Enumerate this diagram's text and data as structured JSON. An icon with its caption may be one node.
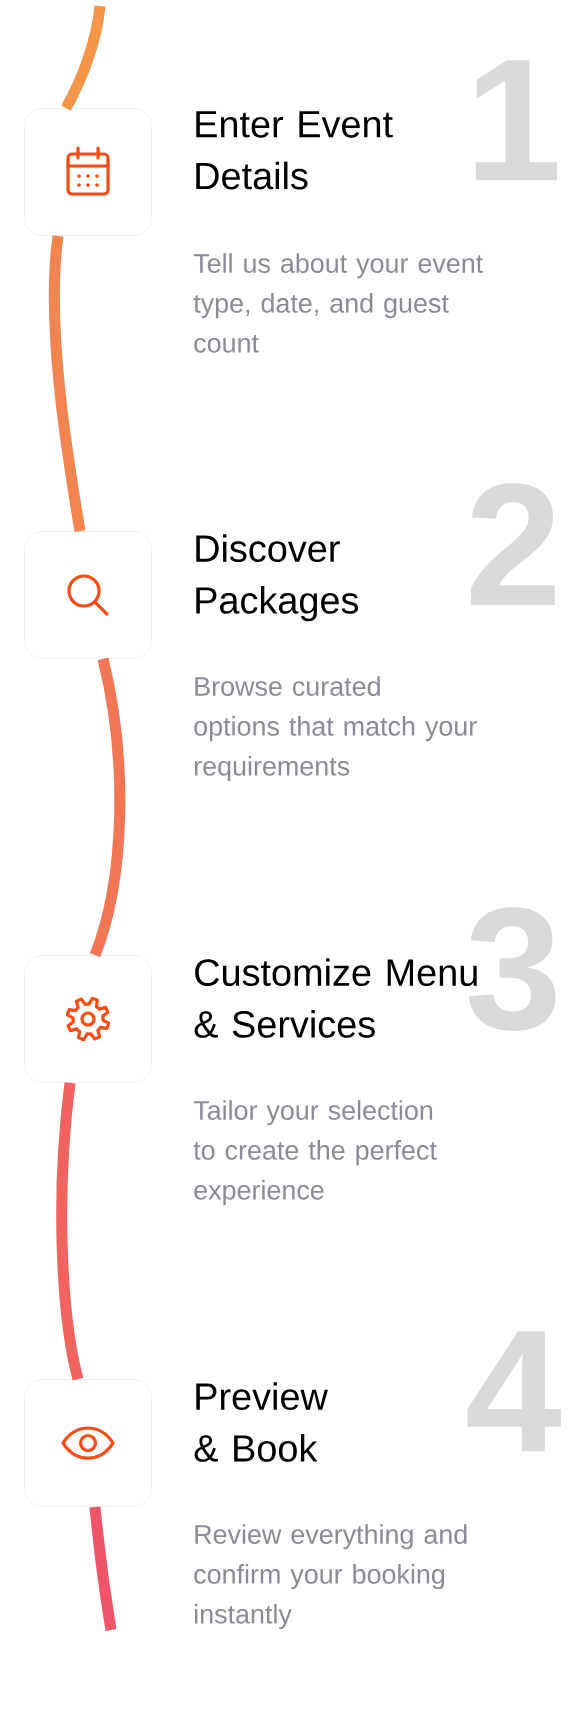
{
  "diagram": {
    "nodes": [
      {
        "text": [],
        "shape": "box",
        "beside": [
          "Enter Event Details",
          "Tell us about your event type, date, and guest count"
        ]
      },
      {
        "text": [],
        "shape": "box",
        "beside": [
          "Discover Packages",
          "Browse curated options that match your requirements"
        ]
      },
      {
        "text": [],
        "shape": "box",
        "beside": [
          "Customize Menu & Services",
          "Tailor your selection to create the perfect experience"
        ]
      },
      {
        "text": [],
        "shape": "box",
        "beside": [
          "Preview & Book",
          "Review everything and confirm your booking instantly"
        ]
      }
    ],
    "edges": [
      {
        "from": null,
        "to": 0,
        "arrow": "none",
        "color": "#f4954a"
      },
      {
        "from": 0,
        "to": 1,
        "arrow": "none",
        "color": "#f2844f"
      },
      {
        "from": 1,
        "to": 2,
        "arrow": "none",
        "color": "#f17656"
      },
      {
        "from": 2,
        "to": 3,
        "arrow": "none",
        "color": "#f0635e"
      },
      {
        "from": 3,
        "to": null,
        "arrow": "none",
        "color": "#ef5468"
      }
    ],
    "labels": [
      "1",
      "2",
      "3",
      "4"
    ]
  }
}
